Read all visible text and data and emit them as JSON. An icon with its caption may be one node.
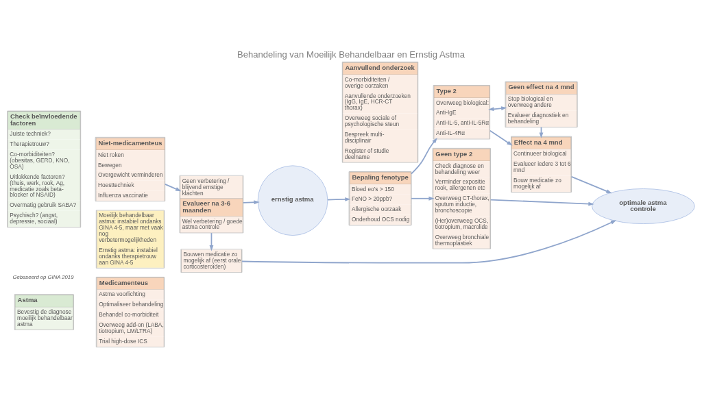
{
  "diagram": {
    "title": "Behandeling van Moeilijk Behandelbaar en Ernstig Astma",
    "nodes": [
      {
        "text": [
          "Astma",
          "Bevestig de diagnose moeilijk behandelbaar astma"
        ]
      },
      {
        "text": [
          "Check beïnvloedende factoren",
          "Juiste techniek?",
          "Therapietrouw?",
          "Co-morbiditeiten? (obesitas, GERD, KNO, OSA)",
          "Uitlokkende factoren? (thuis, werk, rook, Ag, medicatie zoals beta-blocker of NSAID)",
          "Overmatig gebruik SABA?",
          "Psychisch? (angst, depressie, sociaal)"
        ]
      },
      {
        "text": [
          "Medicamenteus",
          "Astma voorlichting",
          "Optimaliseer behandeling",
          "Behandel co-morbiditeit",
          "Overweeg add-on (LABA, tiotropium, LM/LTRA)",
          "Trial high-dose ICS"
        ]
      },
      {
        "text": [
          "Niet-medicamenteus",
          "Niet roken",
          "Bewegen",
          "Overgewicht verminderen",
          "Hoesttechniek",
          "Influenza vaccinatie"
        ]
      },
      {
        "text": [
          "Geen verbetering / blijvend ernstige klachten",
          "Evalueer na 3-6 maanden",
          "Wel verbetering / goede astma controle"
        ]
      },
      {
        "text": [
          "ernstig astma"
        ]
      },
      {
        "text": [
          "Bepaling fenotype",
          "Bloed eo’s > 150",
          "FeNO > 20ppb?",
          "Allergische oorzaak",
          "Onderhoud OCS nodig"
        ]
      },
      {
        "text": [
          "Aanvullend onderzoek",
          "Co-morbiditeiten / overige oorzaken",
          "Aanvullende onderzoeken (IgG, IgE, HCR-CT thorax)",
          "Overweeg sociale of psychologische steun",
          "Bespreek multi-disciplinair",
          "Register of studie deelname"
        ]
      },
      {
        "text": [
          "Type 2",
          "Overweeg biological:",
          "Anti-IgE",
          "Anti-IL-5, anti-IL-5Rα",
          "Anti-IL-4Rα"
        ]
      },
      {
        "text": [
          "Geen type 2",
          "Check diagnose en behandeling weer",
          "Verminder expositie rook, allergenen etc",
          "Overweeg CT-thorax, sputum inductie, bronchoscopie",
          "(Her)overweeg OCS, tiotropium, macrolide",
          "Overweeg bronchiale thermoplastiek"
        ]
      },
      {
        "text": [
          "Effect na 4 mnd",
          "Continueer biological",
          "Evalueer iedere 3 tot 6 mnd",
          "Bouw medicatie zo mogelijk af"
        ]
      },
      {
        "text": [
          "Geen effect na 4 mnd",
          "Stop biological en overweeg andere",
          "Evalueer diagnostiek en behandeling"
        ]
      },
      {
        "text": [
          "Bouwen medicatie zo mogelijk af (eerst orale corticosteroïden)"
        ]
      },
      {
        "text": [
          "optimale astma controle"
        ]
      },
      {
        "text": [
          "Moeilijk behandelbaar astma: instabiel ondanks GINA 4-5, maar met vaak nog verbetermogelijkheden",
          "Ernstig astma: instabiel ondanks therapietrouw aan GINA 4-5"
        ]
      }
    ],
    "edges": [
      {
        "from": 3,
        "to": 4,
        "arrow": "to"
      },
      {
        "from": 4,
        "to": 5,
        "arrow": "to"
      },
      {
        "from": 5,
        "to": 6,
        "arrow": "to"
      },
      {
        "from": 6,
        "to": 8,
        "arrow": "to"
      },
      {
        "from": 6,
        "to": 9,
        "arrow": "to"
      },
      {
        "from": 8,
        "to": 10,
        "arrow": "to"
      },
      {
        "from": 11,
        "to": 8,
        "arrow": "both"
      },
      {
        "from": 11,
        "to": 10,
        "arrow": "to"
      },
      {
        "from": 9,
        "to": 13,
        "arrow": "to"
      },
      {
        "from": 10,
        "to": 13,
        "arrow": "to"
      },
      {
        "from": 4,
        "to": 12,
        "arrow": "to"
      },
      {
        "from": 12,
        "to": 13,
        "arrow": "to"
      }
    ],
    "labels": [
      "Gebaseerd op GINA 2019"
    ]
  }
}
